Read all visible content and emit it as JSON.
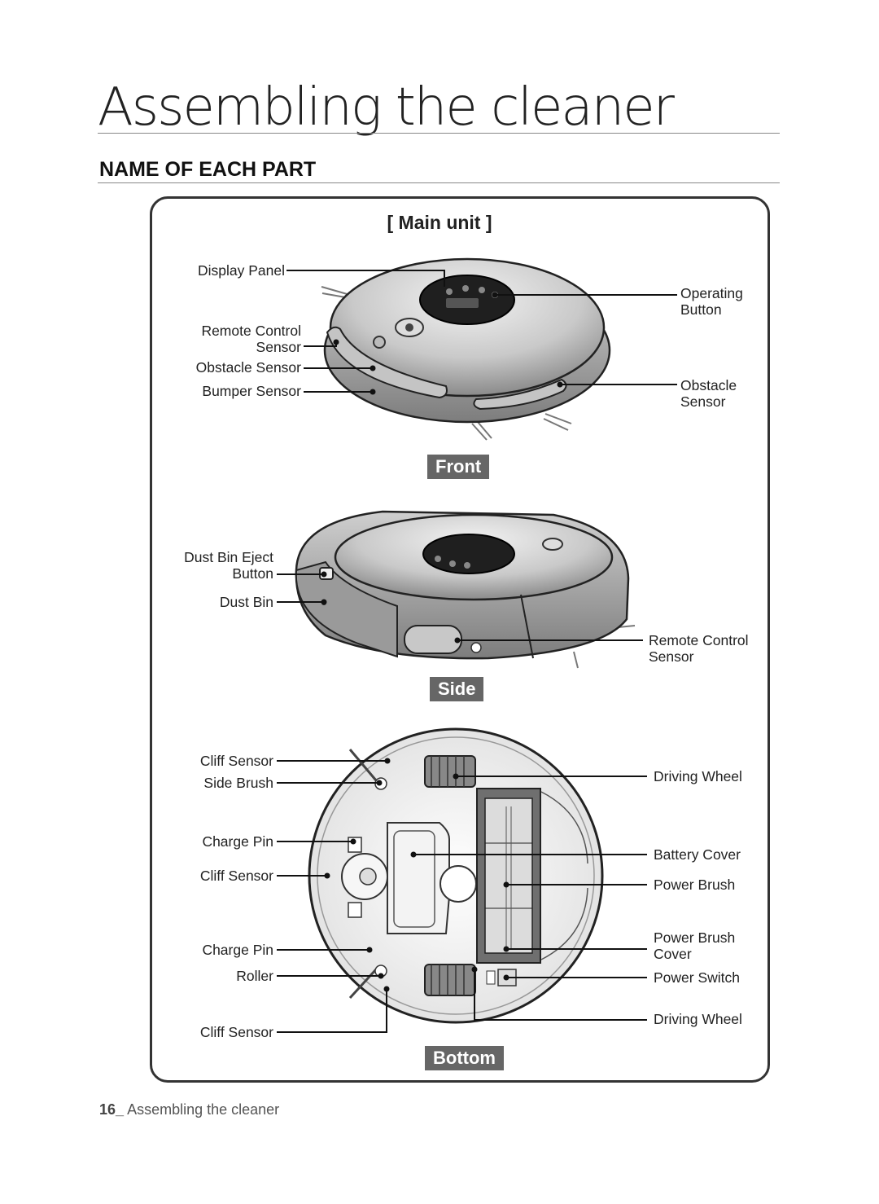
{
  "title": "Assembling the cleaner",
  "section": "NAME OF EACH PART",
  "heading": "[ Main unit ]",
  "views": {
    "front": "Front",
    "side": "Side",
    "bottom": "Bottom"
  },
  "front_labels": {
    "display_panel": "Display Panel",
    "remote_control_sensor": "Remote Control\nSensor",
    "obstacle_sensor_left": "Obstacle Sensor",
    "bumper_sensor": "Bumper Sensor",
    "operating_button": "Operating\nButton",
    "obstacle_sensor_right": "Obstacle\nSensor"
  },
  "side_labels": {
    "dust_bin_eject_button": "Dust Bin Eject\nButton",
    "dust_bin": "Dust Bin",
    "remote_control_sensor": "Remote Control\nSensor"
  },
  "bottom_labels": {
    "cliff_sensor_1": "Cliff Sensor",
    "side_brush": "Side Brush",
    "charge_pin_1": "Charge Pin",
    "cliff_sensor_2": "Cliff Sensor",
    "charge_pin_2": "Charge Pin",
    "roller": "Roller",
    "cliff_sensor_3": "Cliff Sensor",
    "driving_wheel_1": "Driving Wheel",
    "battery_cover": "Battery Cover",
    "power_brush": "Power Brush",
    "power_brush_cover": "Power Brush\nCover",
    "power_switch": "Power Switch",
    "driving_wheel_2": "Driving Wheel"
  },
  "footer": {
    "page_number": "16_",
    "text": "Assembling the cleaner"
  }
}
